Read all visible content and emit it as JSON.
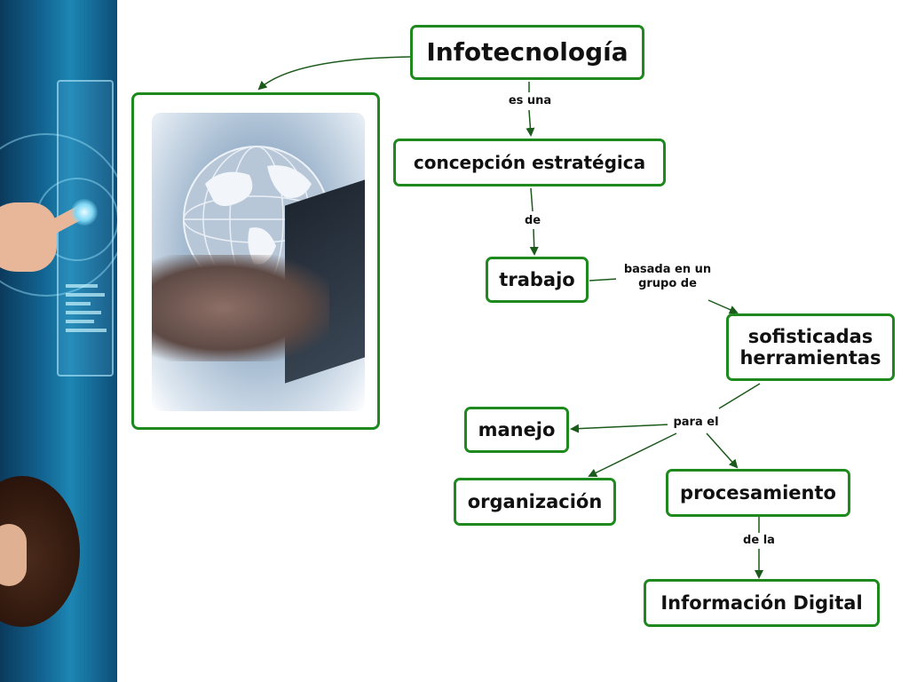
{
  "concept_map": {
    "nodes": {
      "infotecnologia": "Infotecnología",
      "concepcion": "concepción estratégica",
      "trabajo": "trabajo",
      "herramientas_line1": "sofisticadas",
      "herramientas_line2": "herramientas",
      "manejo": "manejo",
      "organizacion": "organización",
      "procesamiento": "procesamiento",
      "informacion": "Información Digital"
    },
    "link_labels": {
      "es_una": "es una",
      "de": "de",
      "basada_line1": "basada en un",
      "basada_line2": "grupo de",
      "para_el": "para el",
      "de_la": "de la"
    }
  },
  "colors": {
    "node_border": "#1e8a1e",
    "arrow": "#1a5a1a"
  }
}
